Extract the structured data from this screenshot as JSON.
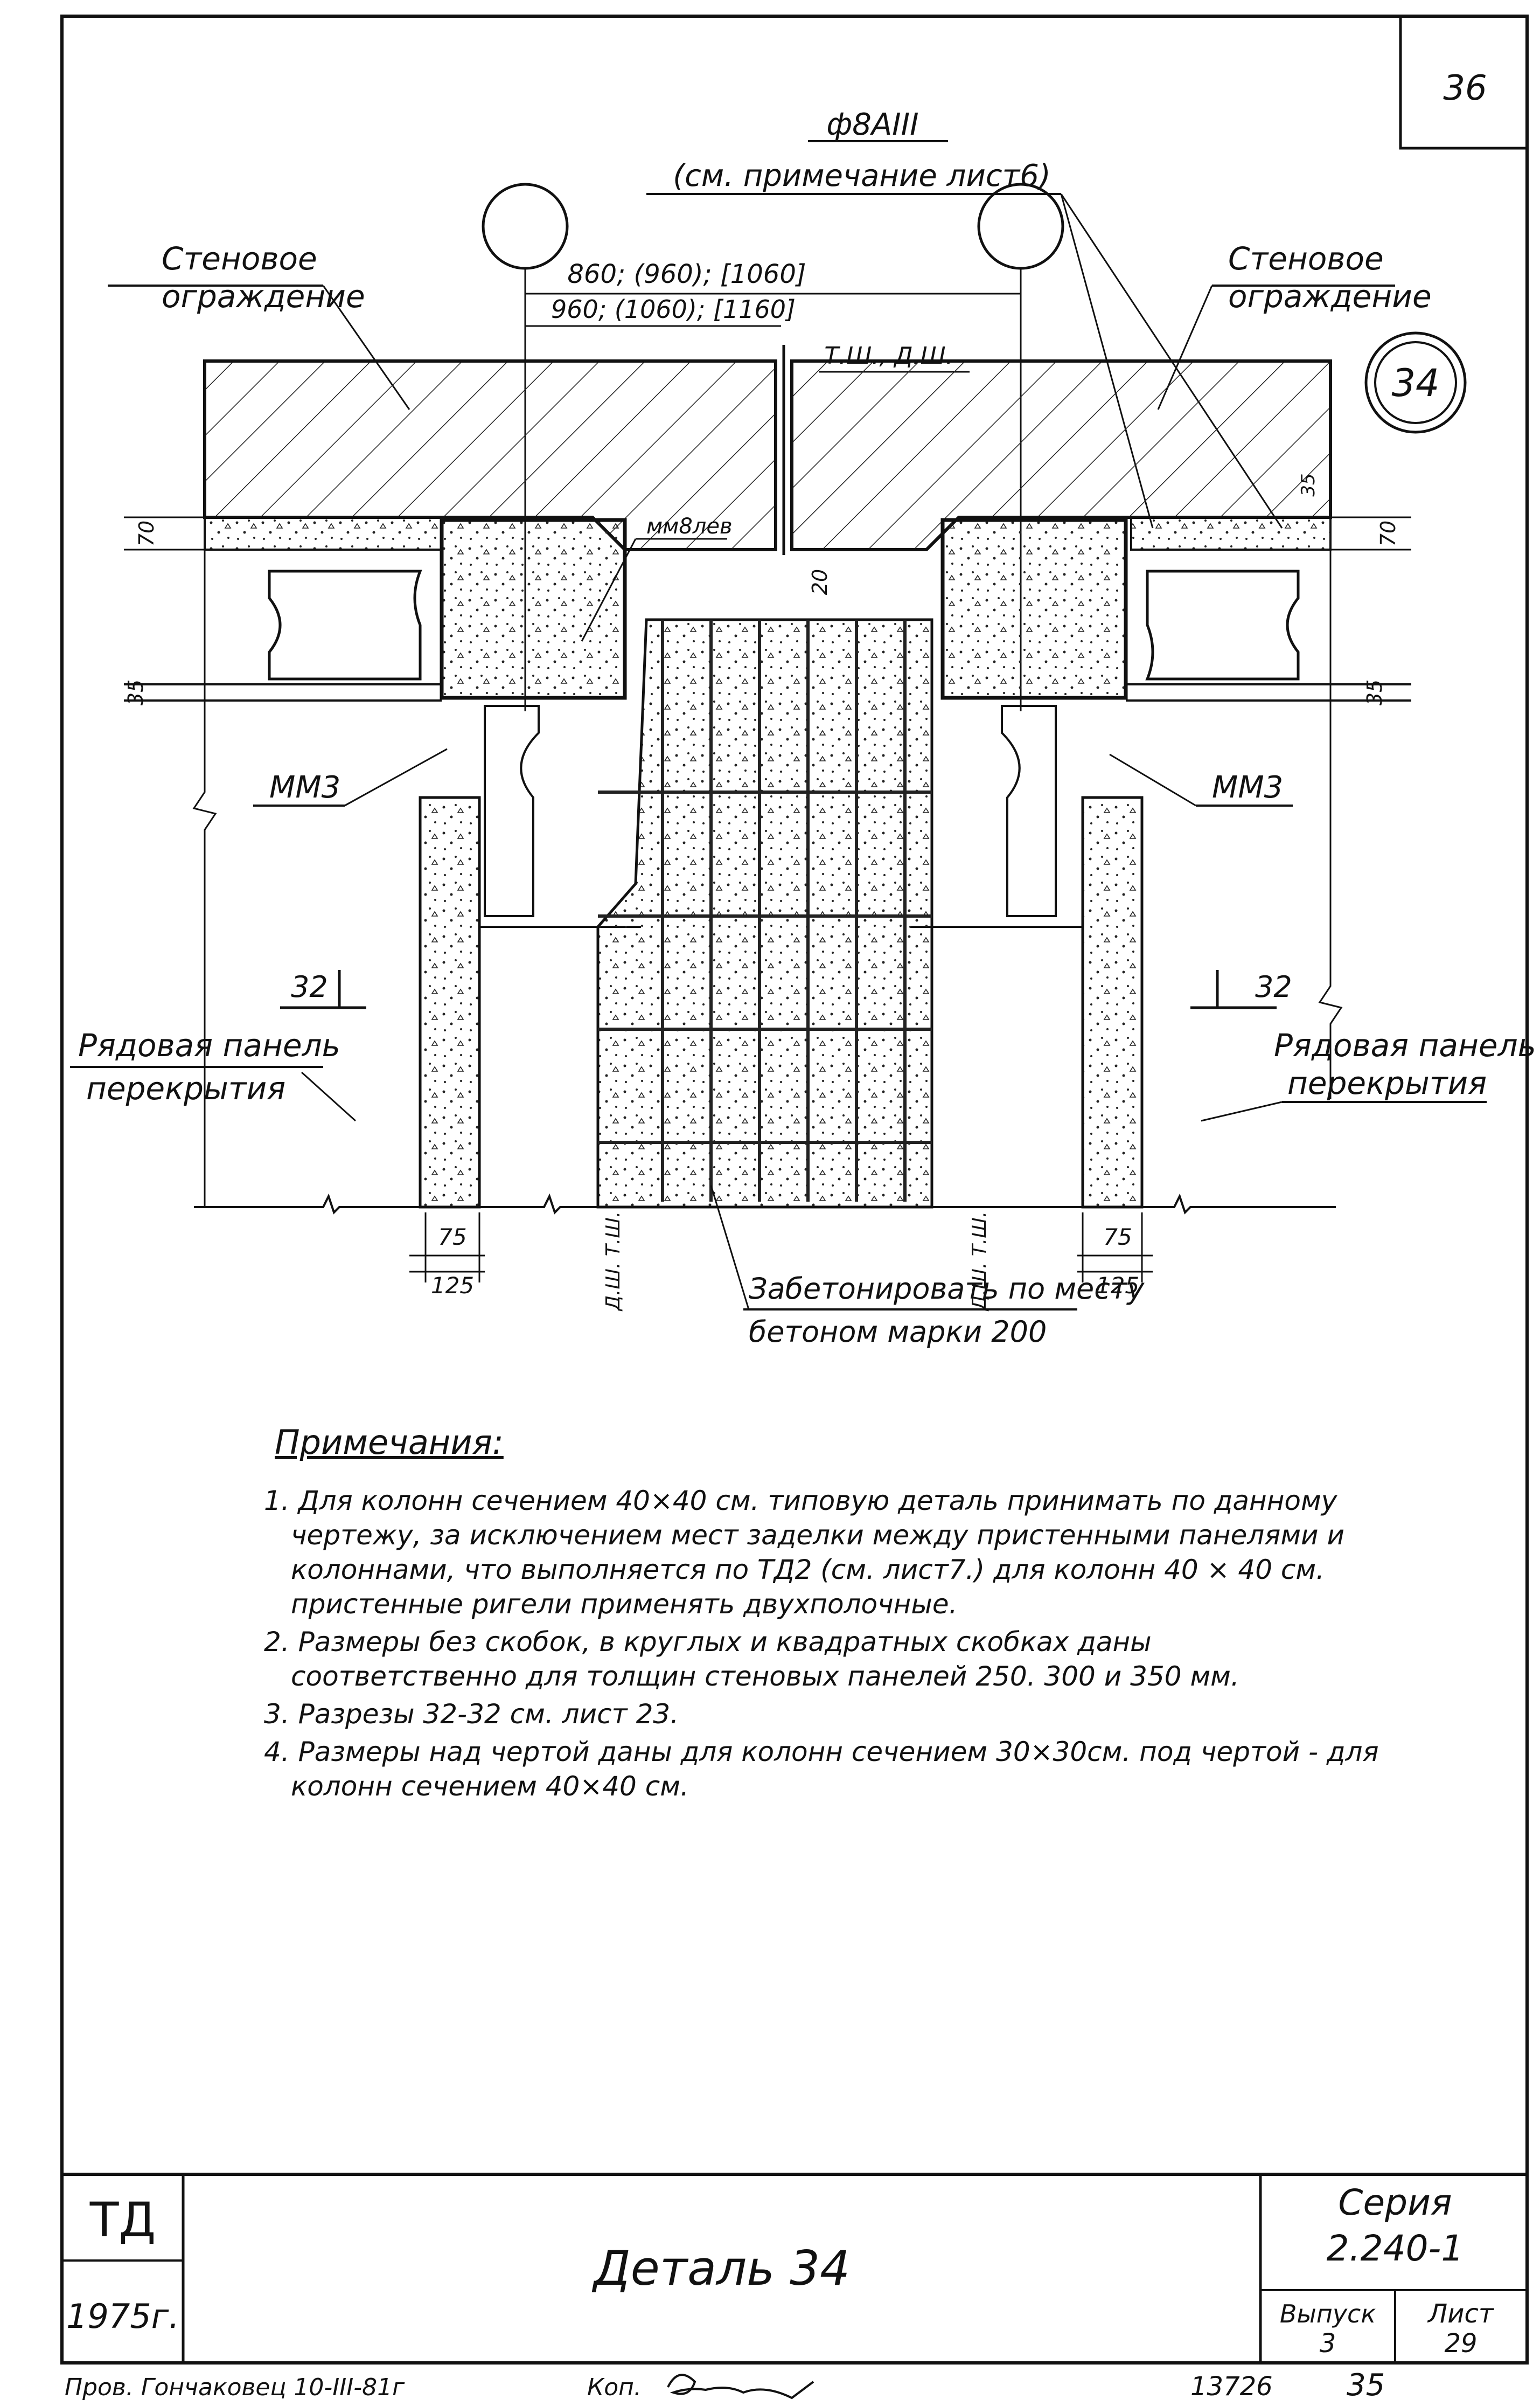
{
  "sheet": {
    "number": "36",
    "detail_ref": "34"
  },
  "drawing": {
    "rebar_label": "ф8АIII",
    "rebar_note": "(см. примечание лист6)",
    "dim_top_1": "860; (960); [1060]",
    "dim_top_2": "960; (1060); [1160]",
    "axis_marks": "Т.Ш., Д.Ш.",
    "wall_left_1": "Стеновое",
    "wall_left_2": "ограждение",
    "wall_right_1": "Стеновое",
    "wall_right_2": "ограждение",
    "mm8_label": "мм8лев",
    "mm3_left": "ММ3",
    "mm3_right": "ММ3",
    "dim_70_left": "70",
    "dim_70_right": "70",
    "dim_35_left": "35",
    "dim_35_right": "35",
    "dim_20": "20",
    "dim_35_mid": "35",
    "section_left": "32",
    "section_right": "32",
    "panel_left_1": "Рядовая панель",
    "panel_left_2": "перекрытия",
    "panel_right_1": "Рядовая панель",
    "panel_right_2": "перекрытия",
    "axis_left": "Д.Ш. Т.Ш.",
    "axis_right": "Д.Ш. Т.Ш.",
    "dim_75_left": "75",
    "dim_125_left": "125",
    "dim_75_right": "75",
    "dim_125_right": "125",
    "concrete_1": "Забетонировать по месту",
    "concrete_2": "бетоном марки 200"
  },
  "notes": {
    "title": "Примечания:",
    "items": [
      "1. Для колонн сечением 40×40 см. типовую деталь принимать по данному чертежу, за исключением мест заделки между пристенными панелями и колоннами, что выполняется по ТД2 (см. лист7.) для колонн 40 × 40 см. пристенные ригели применять двухполочные.",
      "2. Размеры без скобок, в круглых и квадратных скобках даны соответственно для толщин стеновых панелей 250. 300 и 350 мм.",
      "3. Разрезы 32-32 см. лист 23.",
      "4. Размеры над чертой даны для колонн сечением 30×30см. под чертой - для колонн сечением 40×40 см."
    ]
  },
  "title_block": {
    "code": "ТД",
    "year": "1975г.",
    "title": "Деталь 34",
    "series_label": "Серия",
    "series_value": "2.240-1",
    "issue_label": "Выпуск",
    "issue_value": "3",
    "sheet_label": "Лист",
    "sheet_value": "29"
  },
  "footer": {
    "checked": "Пров. Гончаковец 10-III-81г",
    "copy": "Коп.",
    "doc_number": "13726",
    "page": "35"
  }
}
